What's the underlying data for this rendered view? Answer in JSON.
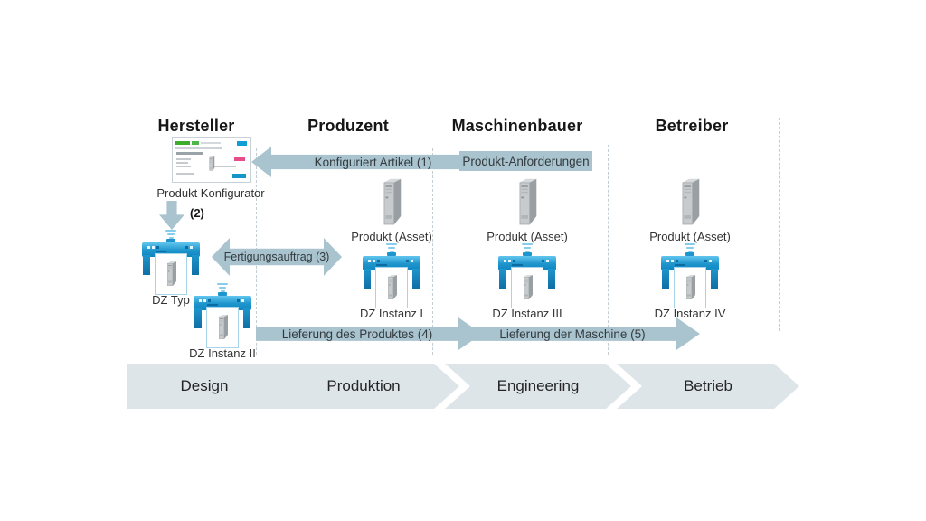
{
  "columns": [
    {
      "label": "Hersteller"
    },
    {
      "label": "Produzent"
    },
    {
      "label": "Maschinenbauer"
    },
    {
      "label": "Betreiber"
    }
  ],
  "nodes": {
    "produkt_konfigurator": "Produkt Konfigurator",
    "dz_typ": "DZ Typ",
    "dz_instanz_i": "DZ Instanz I",
    "dz_instanz_ii": "DZ Instanz II",
    "dz_instanz_iii": "DZ Instanz III",
    "dz_instanz_iv": "DZ Instanz IV",
    "produkt_asset": "Produkt (Asset)"
  },
  "flows": {
    "konfiguriert_artikel": "Konfiguriert Artikel (1)",
    "produkt_anforderungen": "Produkt-Anforderungen",
    "step2": "(2)",
    "fertigungsauftrag": "Fertigungsauftrag (3)",
    "lieferung_produktes": "Lieferung des Produktes (4)",
    "lieferung_maschine": "Lieferung der Maschine (5)"
  },
  "phases": [
    {
      "label": "Design"
    },
    {
      "label": "Produktion"
    },
    {
      "label": "Engineering"
    },
    {
      "label": "Betrieb"
    }
  ],
  "colors": {
    "bg": "#ffffff",
    "arrow": "#a9c4cf",
    "arrow-text": "#333b3f",
    "phase": "#dee5e9",
    "phase-text": "#242424",
    "heading": "#161616",
    "label": "#333333",
    "divider": "#c2ccd1",
    "dt-blue": "#1e95cc",
    "dt-blue-dark": "#0f6fa5",
    "dt-blue-light": "#62c6ee",
    "signal": "#86cdec",
    "device-gray": "#c8cbcd",
    "device-gray-dark": "#999fa3"
  }
}
